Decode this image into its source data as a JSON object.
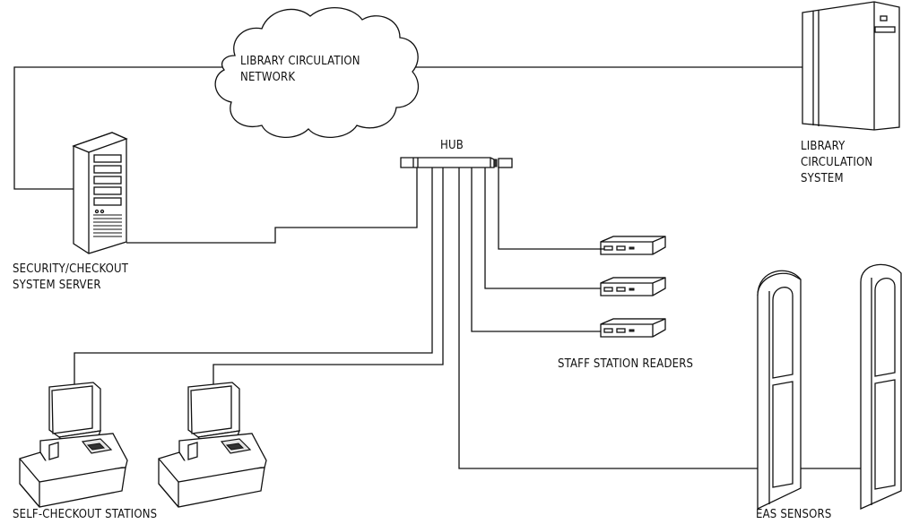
{
  "labels": {
    "network_line1": "LIBRARY CIRCULATION",
    "network_line2": "NETWORK",
    "circ_line1": "LIBRARY",
    "circ_line2": "CIRCULATION",
    "circ_line3": "SYSTEM",
    "hub": "HUB",
    "server_line1": "SECURITY/CHECKOUT",
    "server_line2": "SYSTEM SERVER",
    "staff": "STAFF STATION READERS",
    "self_checkout": "SELF-CHECKOUT STATIONS",
    "eas": "EAS SENSORS"
  }
}
